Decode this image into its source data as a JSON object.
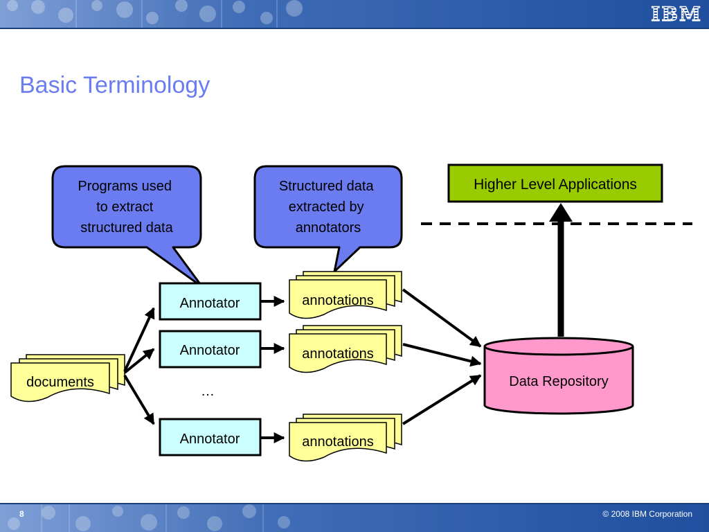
{
  "slide": {
    "title": "Basic Terminology",
    "logo": "IBM",
    "page_number": "8",
    "copyright": "© 2008 IBM Corporation"
  },
  "diagram": {
    "callout_programs": [
      "Programs used",
      "to extract",
      "structured data"
    ],
    "callout_structured": [
      "Structured data",
      "extracted by",
      "annotators"
    ],
    "higher_level": "Higher Level Applications",
    "documents": "documents",
    "annotators": [
      "Annotator",
      "Annotator",
      "Annotator"
    ],
    "ellipsis": "…",
    "annotations": [
      "annotations",
      "annotations",
      "annotations"
    ],
    "repository": "Data Repository"
  },
  "colors": {
    "accent_title": "#6b7cf0",
    "callout_fill": "#6b7cf0",
    "annotator_fill": "#ccffff",
    "note_fill": "#ffff99",
    "higher_level_fill": "#99cc00",
    "repository_fill": "#ff99cc",
    "bar_blue": "#2e5ca8"
  }
}
